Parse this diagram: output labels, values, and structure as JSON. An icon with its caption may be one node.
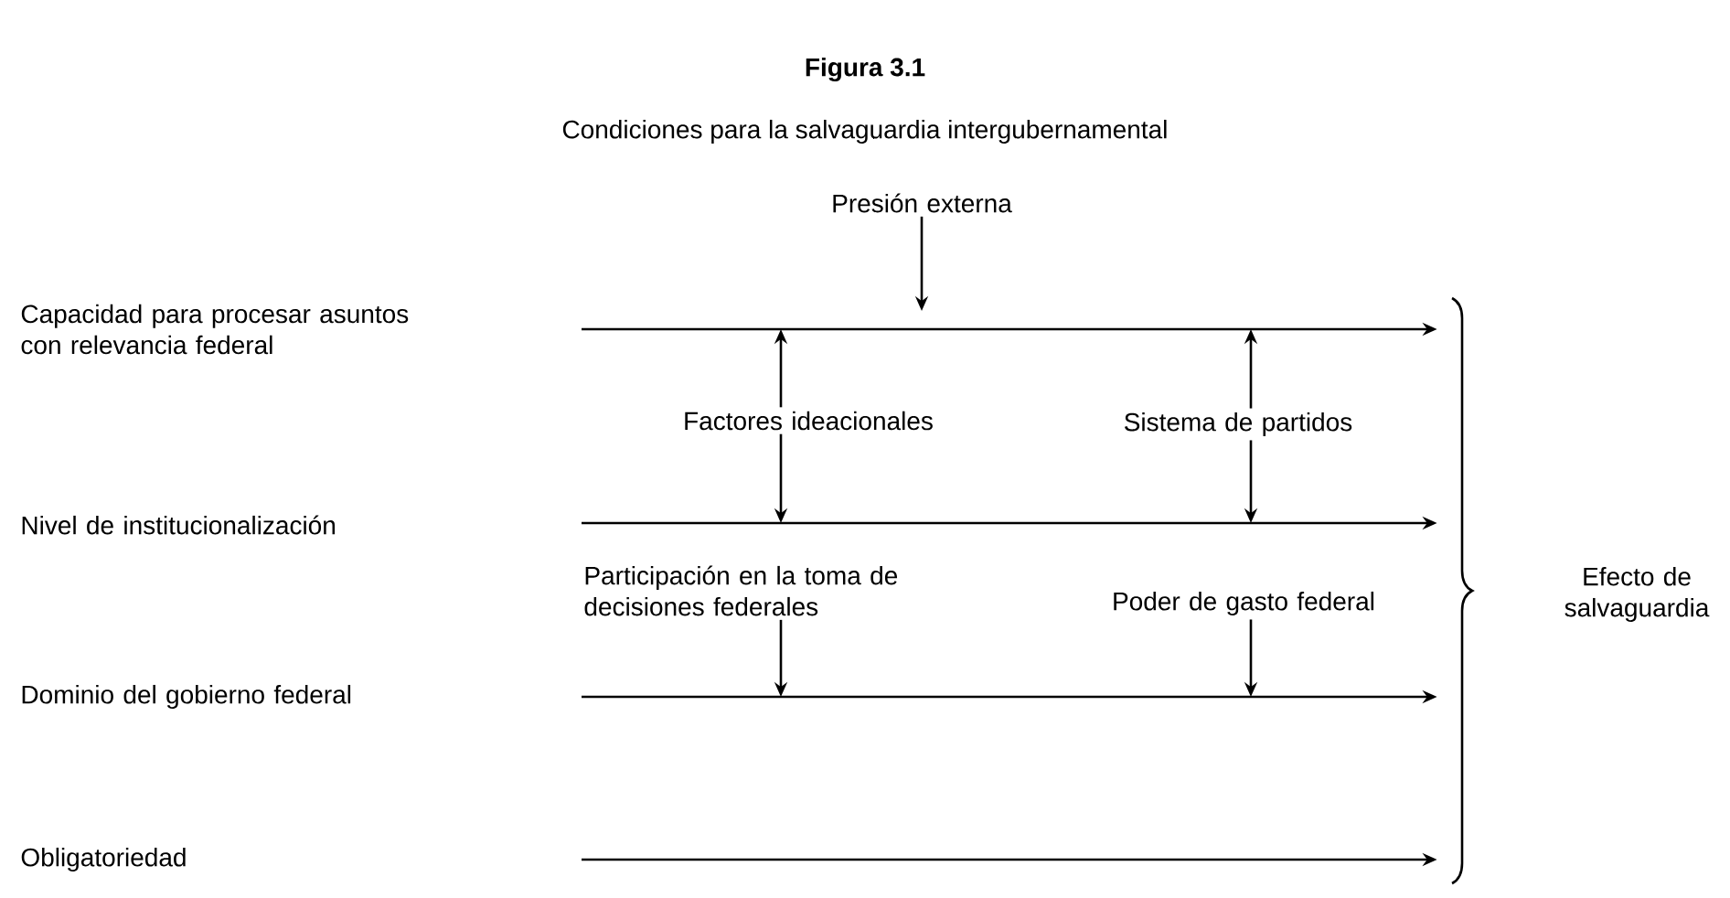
{
  "diagram": {
    "title": "Figura 3.1",
    "caption": "Condiciones para la salvaguardia intergubernamental",
    "nodes": [
      {
        "text": [
          "Capacidad para procesar asuntos con relevancia federal"
        ]
      },
      {
        "text": [
          "Nivel de institucionalización"
        ]
      },
      {
        "text": [
          "Dominio del gobierno federal"
        ]
      },
      {
        "text": [
          "Obligatoriedad"
        ]
      },
      {
        "text": [
          "Presión externa"
        ]
      },
      {
        "text": [
          "Factores ideacionales"
        ]
      },
      {
        "text": [
          "Sistema de partidos"
        ]
      },
      {
        "text": [
          "Participación en la toma de decisiones federales"
        ]
      },
      {
        "text": [
          "Poder de gasto federal"
        ]
      },
      {
        "text": [
          "Efecto de salvaguardia"
        ]
      }
    ],
    "edges": [
      {
        "from": null,
        "to": 9,
        "arrow": "to"
      },
      {
        "from": null,
        "to": 9,
        "arrow": "to"
      },
      {
        "from": null,
        "to": 9,
        "arrow": "to"
      },
      {
        "from": null,
        "to": 9,
        "arrow": "to"
      },
      {
        "from": 4,
        "to": null,
        "arrow": "to"
      },
      {
        "from": 5,
        "to": null,
        "arrow": "to"
      },
      {
        "from": 5,
        "to": null,
        "arrow": "to"
      },
      {
        "from": 6,
        "to": null,
        "arrow": "to"
      },
      {
        "from": 6,
        "to": null,
        "arrow": "to"
      },
      {
        "from": 7,
        "to": null,
        "arrow": "to"
      },
      {
        "from": 8,
        "to": null,
        "arrow": "to"
      }
    ]
  }
}
